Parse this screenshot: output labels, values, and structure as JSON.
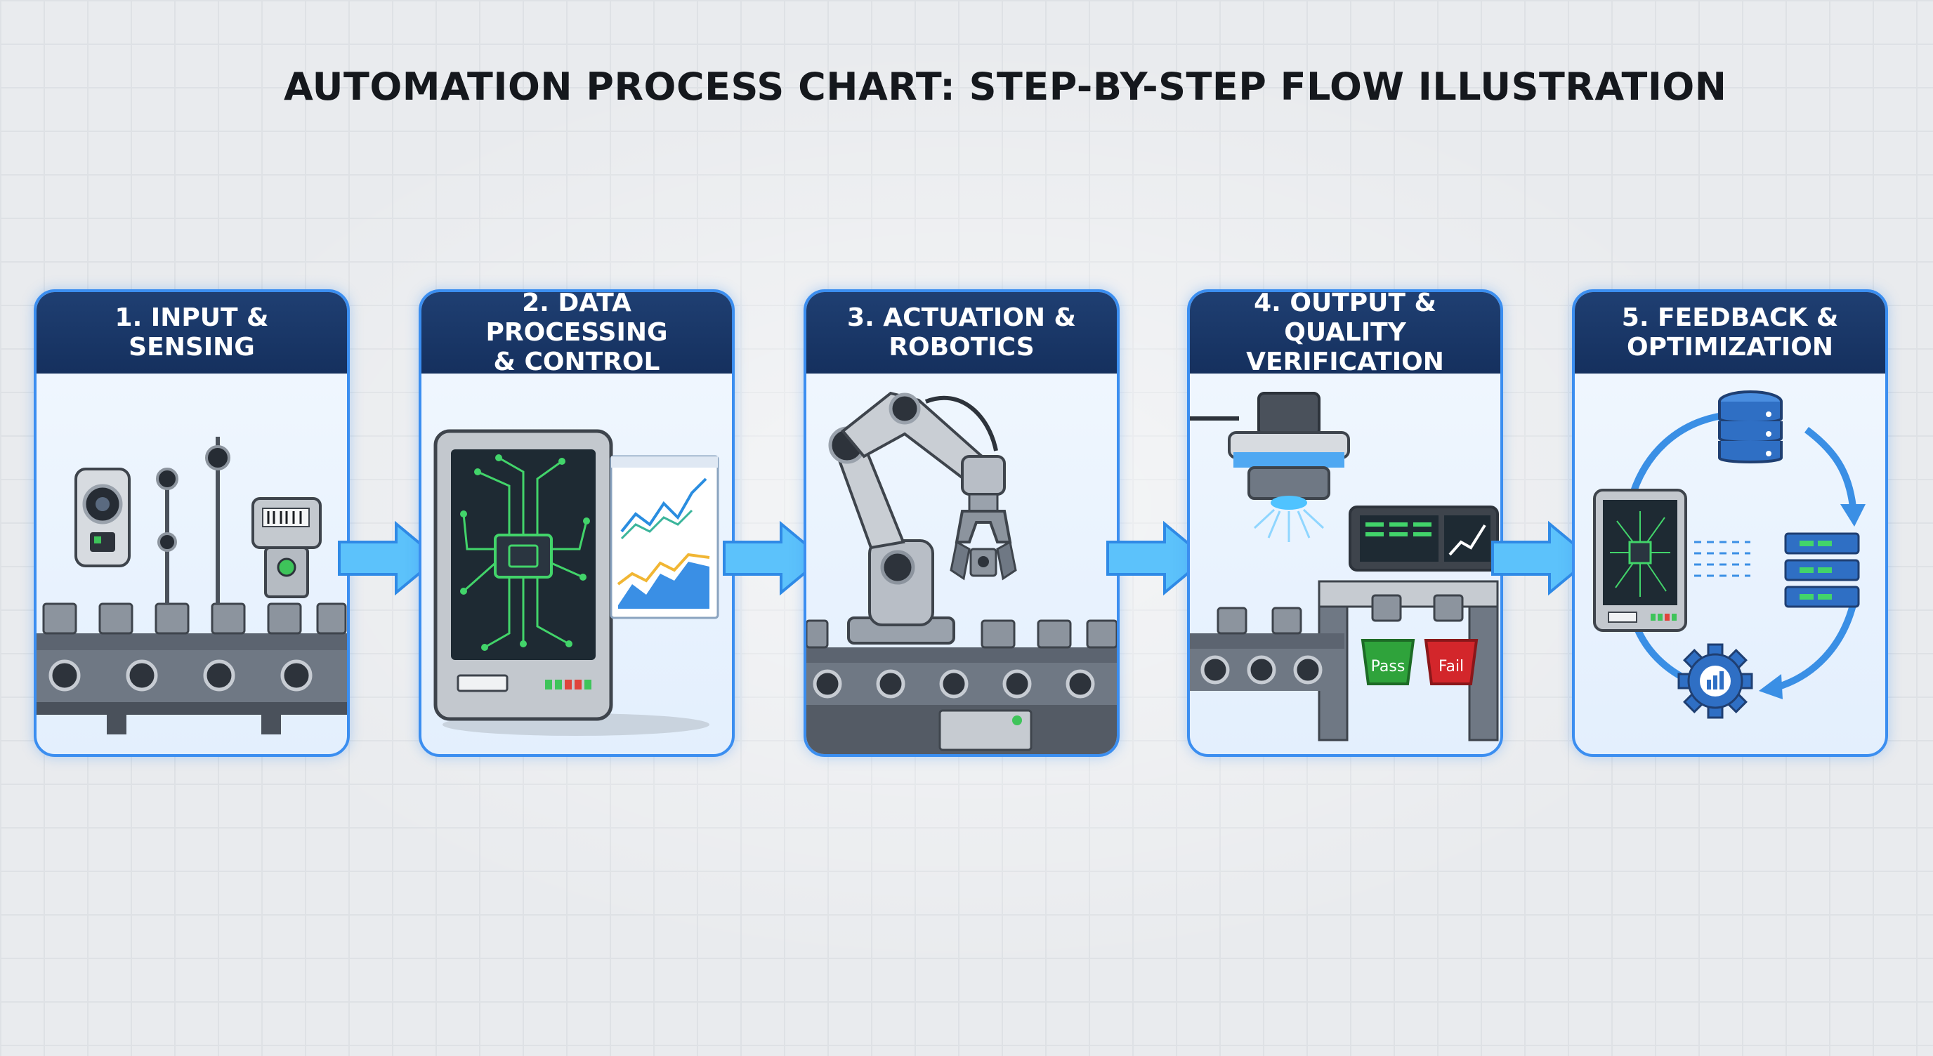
{
  "title": "AUTOMATION PROCESS CHART: STEP-BY-STEP FLOW ILLUSTRATION",
  "colors": {
    "header": "#1c3a6b",
    "border": "#3b8ef0",
    "arrow": "#5cc2fb",
    "pass": "#2fa33b",
    "fail": "#d3262b"
  },
  "steps": [
    {
      "label": "1. INPUT & SENSING",
      "icon": "sensors-conveyor-icon"
    },
    {
      "label": "2. DATA PROCESSING\n& CONTROL",
      "icon": "controller-chip-icon"
    },
    {
      "label": "3. ACTUATION &\nROBOTICS",
      "icon": "robotic-arm-icon"
    },
    {
      "label": "4. OUTPUT & QUALITY\nVERIFICATION",
      "icon": "quality-inspection-icon"
    },
    {
      "label": "5. FEEDBACK &\nOPTIMIZATION",
      "icon": "feedback-loop-icon"
    }
  ],
  "bins": {
    "pass": "Pass",
    "fail": "Fail"
  }
}
